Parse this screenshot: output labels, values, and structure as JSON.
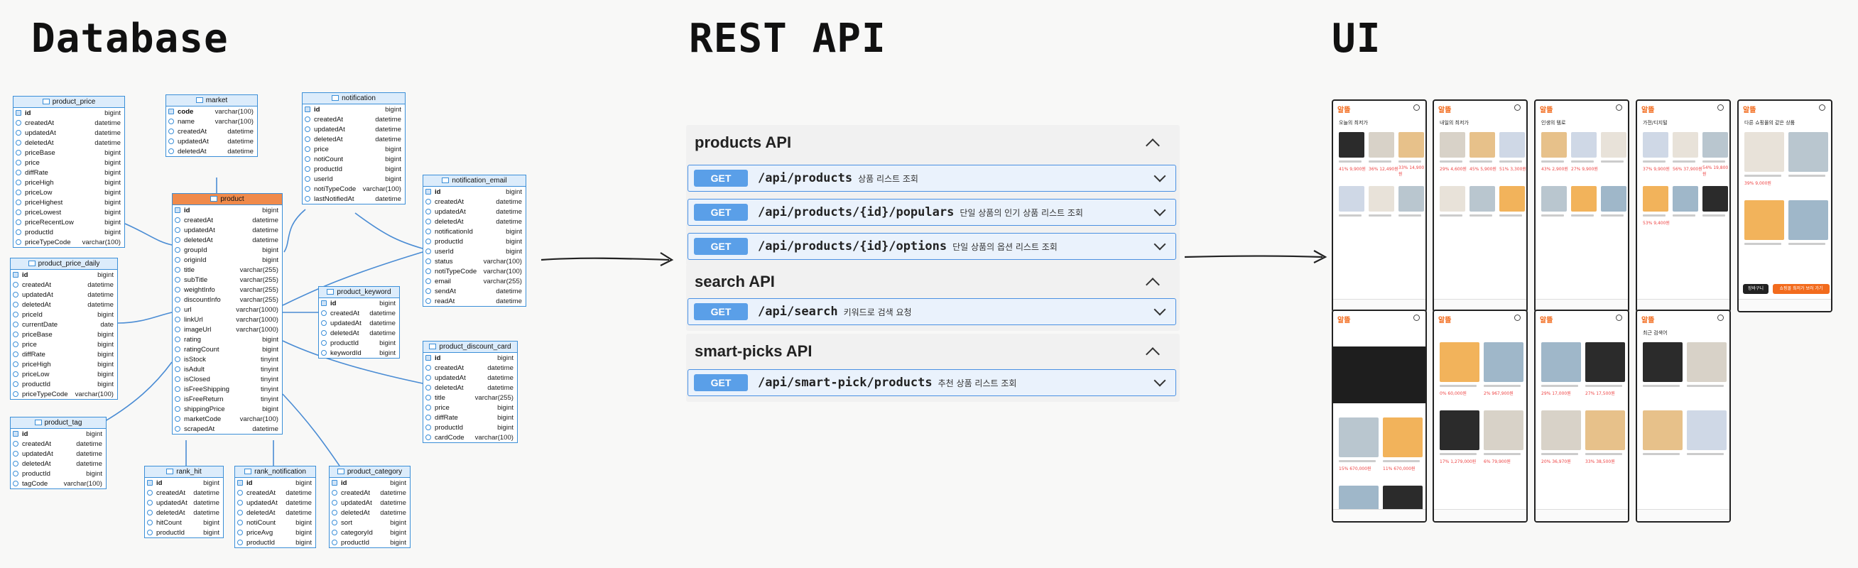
{
  "sections": {
    "database": "Database",
    "rest_api": "REST API",
    "ui": "UI"
  },
  "colors": {
    "table_border": "#3b8fd8",
    "table_header": "#dcecfb",
    "center_table_header": "#f08a4b",
    "get_badge": "#5a9fe8",
    "brand_orange": "#f26b1d"
  },
  "tables": [
    {
      "id": "t_price",
      "name": "product_price",
      "columns": [
        [
          "id",
          "bigint"
        ],
        [
          "createdAt",
          "datetime"
        ],
        [
          "updatedAt",
          "datetime"
        ],
        [
          "deletedAt",
          "datetime"
        ],
        [
          "priceBase",
          "bigint"
        ],
        [
          "price",
          "bigint"
        ],
        [
          "diffRate",
          "bigint"
        ],
        [
          "priceHigh",
          "bigint"
        ],
        [
          "priceLow",
          "bigint"
        ],
        [
          "priceHighest",
          "bigint"
        ],
        [
          "priceLowest",
          "bigint"
        ],
        [
          "priceRecentLow",
          "bigint"
        ],
        [
          "productId",
          "bigint"
        ],
        [
          "priceTypeCode",
          "varchar(100)"
        ]
      ]
    },
    {
      "id": "t_daily",
      "name": "product_price_daily",
      "columns": [
        [
          "id",
          "bigint"
        ],
        [
          "createdAt",
          "datetime"
        ],
        [
          "updatedAt",
          "datetime"
        ],
        [
          "deletedAt",
          "datetime"
        ],
        [
          "priceId",
          "bigint"
        ],
        [
          "currentDate",
          "date"
        ],
        [
          "priceBase",
          "bigint"
        ],
        [
          "price",
          "bigint"
        ],
        [
          "diffRate",
          "bigint"
        ],
        [
          "priceHigh",
          "bigint"
        ],
        [
          "priceLow",
          "bigint"
        ],
        [
          "productId",
          "bigint"
        ],
        [
          "priceTypeCode",
          "varchar(100)"
        ]
      ]
    },
    {
      "id": "t_tag",
      "name": "product_tag",
      "columns": [
        [
          "id",
          "bigint"
        ],
        [
          "createdAt",
          "datetime"
        ],
        [
          "updatedAt",
          "datetime"
        ],
        [
          "deletedAt",
          "datetime"
        ],
        [
          "productId",
          "bigint"
        ],
        [
          "tagCode",
          "varchar(100)"
        ]
      ]
    },
    {
      "id": "t_market",
      "name": "market",
      "columns": [
        [
          "code",
          "varchar(100)"
        ],
        [
          "name",
          "varchar(100)"
        ],
        [
          "createdAt",
          "datetime"
        ],
        [
          "updatedAt",
          "datetime"
        ],
        [
          "deletedAt",
          "datetime"
        ]
      ]
    },
    {
      "id": "t_product",
      "name": "product",
      "columns": [
        [
          "id",
          "bigint"
        ],
        [
          "createdAt",
          "datetime"
        ],
        [
          "updatedAt",
          "datetime"
        ],
        [
          "deletedAt",
          "datetime"
        ],
        [
          "groupId",
          "bigint"
        ],
        [
          "originId",
          "bigint"
        ],
        [
          "title",
          "varchar(255)"
        ],
        [
          "subTitle",
          "varchar(255)"
        ],
        [
          "weightInfo",
          "varchar(255)"
        ],
        [
          "discountInfo",
          "varchar(255)"
        ],
        [
          "url",
          "varchar(1000)"
        ],
        [
          "linkUrl",
          "varchar(1000)"
        ],
        [
          "imageUrl",
          "varchar(1000)"
        ],
        [
          "rating",
          "bigint"
        ],
        [
          "ratingCount",
          "bigint"
        ],
        [
          "isStock",
          "tinyint"
        ],
        [
          "isAdult",
          "tinyint"
        ],
        [
          "isClosed",
          "tinyint"
        ],
        [
          "isFreeShipping",
          "tinyint"
        ],
        [
          "isFreeReturn",
          "tinyint"
        ],
        [
          "shippingPrice",
          "bigint"
        ],
        [
          "marketCode",
          "varchar(100)"
        ],
        [
          "scrapedAt",
          "datetime"
        ]
      ]
    },
    {
      "id": "t_notif",
      "name": "notification",
      "columns": [
        [
          "id",
          "bigint"
        ],
        [
          "createdAt",
          "datetime"
        ],
        [
          "updatedAt",
          "datetime"
        ],
        [
          "deletedAt",
          "datetime"
        ],
        [
          "price",
          "bigint"
        ],
        [
          "notiCount",
          "bigint"
        ],
        [
          "productId",
          "bigint"
        ],
        [
          "userId",
          "bigint"
        ],
        [
          "notiTypeCode",
          "varchar(100)"
        ],
        [
          "lastNotifiedAt",
          "datetime"
        ]
      ]
    },
    {
      "id": "t_email",
      "name": "notification_email",
      "columns": [
        [
          "id",
          "bigint"
        ],
        [
          "createdAt",
          "datetime"
        ],
        [
          "updatedAt",
          "datetime"
        ],
        [
          "deletedAt",
          "datetime"
        ],
        [
          "notificationId",
          "bigint"
        ],
        [
          "productId",
          "bigint"
        ],
        [
          "userId",
          "bigint"
        ],
        [
          "status",
          "varchar(100)"
        ],
        [
          "notiTypeCode",
          "varchar(100)"
        ],
        [
          "email",
          "varchar(255)"
        ],
        [
          "sendAt",
          "datetime"
        ],
        [
          "readAt",
          "datetime"
        ]
      ]
    },
    {
      "id": "t_keyword",
      "name": "product_keyword",
      "columns": [
        [
          "id",
          "bigint"
        ],
        [
          "createdAt",
          "datetime"
        ],
        [
          "updatedAt",
          "datetime"
        ],
        [
          "deletedAt",
          "datetime"
        ],
        [
          "productId",
          "bigint"
        ],
        [
          "keywordId",
          "bigint"
        ]
      ]
    },
    {
      "id": "t_discount",
      "name": "product_discount_card",
      "columns": [
        [
          "id",
          "bigint"
        ],
        [
          "createdAt",
          "datetime"
        ],
        [
          "updatedAt",
          "datetime"
        ],
        [
          "deletedAt",
          "datetime"
        ],
        [
          "title",
          "varchar(255)"
        ],
        [
          "price",
          "bigint"
        ],
        [
          "diffRate",
          "bigint"
        ],
        [
          "productId",
          "bigint"
        ],
        [
          "cardCode",
          "varchar(100)"
        ]
      ]
    },
    {
      "id": "t_rankhit",
      "name": "rank_hit",
      "columns": [
        [
          "id",
          "bigint"
        ],
        [
          "createdAt",
          "datetime"
        ],
        [
          "updatedAt",
          "datetime"
        ],
        [
          "deletedAt",
          "datetime"
        ],
        [
          "hitCount",
          "bigint"
        ],
        [
          "productId",
          "bigint"
        ]
      ]
    },
    {
      "id": "t_ranknotif",
      "name": "rank_notification",
      "columns": [
        [
          "id",
          "bigint"
        ],
        [
          "createdAt",
          "datetime"
        ],
        [
          "updatedAt",
          "datetime"
        ],
        [
          "deletedAt",
          "datetime"
        ],
        [
          "notiCount",
          "bigint"
        ],
        [
          "priceAvg",
          "bigint"
        ],
        [
          "productId",
          "bigint"
        ]
      ]
    },
    {
      "id": "t_category",
      "name": "product_category",
      "columns": [
        [
          "id",
          "bigint"
        ],
        [
          "createdAt",
          "datetime"
        ],
        [
          "updatedAt",
          "datetime"
        ],
        [
          "deletedAt",
          "datetime"
        ],
        [
          "sort",
          "bigint"
        ],
        [
          "categoryId",
          "bigint"
        ],
        [
          "productId",
          "bigint"
        ]
      ]
    }
  ],
  "api_groups": [
    {
      "title": "products API",
      "endpoints": [
        {
          "method": "GET",
          "path": "/api/products",
          "desc": "상품 리스트 조회"
        },
        {
          "method": "GET",
          "path": "/api/products/{id}/populars",
          "desc": "단일 상품의 인기 상품 리스트 조회"
        },
        {
          "method": "GET",
          "path": "/api/products/{id}/options",
          "desc": "단일 상품의 옵션 리스트 조회"
        }
      ]
    },
    {
      "title": "search API",
      "endpoints": [
        {
          "method": "GET",
          "path": "/api/search",
          "desc": "키워드로 검색 요청"
        }
      ]
    },
    {
      "title": "smart-picks API",
      "endpoints": [
        {
          "method": "GET",
          "path": "/api/smart-pick/products",
          "desc": "추천 상품 리스트 조회"
        }
      ]
    }
  ],
  "ui": {
    "logo_text": "알뜰",
    "screens": [
      {
        "title": "오늘의 최저가",
        "prices": [
          "41% 9,900원",
          "36% 12,490원",
          "33% 14,900원"
        ]
      },
      {
        "title": "내일의 최저가",
        "prices": [
          "29% 4,600원",
          "45% 5,900원",
          "51% 3,300원"
        ]
      },
      {
        "title": "인생의 템로",
        "prices": [
          "43% 2,900원",
          "27% 9,900원"
        ]
      },
      {
        "title": "가전/디지털",
        "prices": [
          "37% 9,900원",
          "56% 37,900원",
          "54% 19,800원",
          "53% 9,400원"
        ]
      },
      {
        "title": "다른 쇼핑몰의 같은 상품",
        "prices": [
          "39% 9,000원"
        ],
        "buttons": [
          "장바구니",
          "쇼핑몰 최저가 보러 가기"
        ]
      },
      {
        "title": "",
        "prices": [
          "15% 670,000원",
          "11% 670,000원"
        ]
      },
      {
        "title": "",
        "prices": [
          "0% 60,000원",
          "2% 967,900원",
          "17% 1,279,000원",
          "6% 79,900원"
        ]
      },
      {
        "title": "",
        "prices": [
          "29% 17,000원",
          "27% 17,500원",
          "20% 36,970원",
          "33% 38,500원"
        ]
      },
      {
        "title": "최근 검색어",
        "prices": []
      }
    ]
  }
}
